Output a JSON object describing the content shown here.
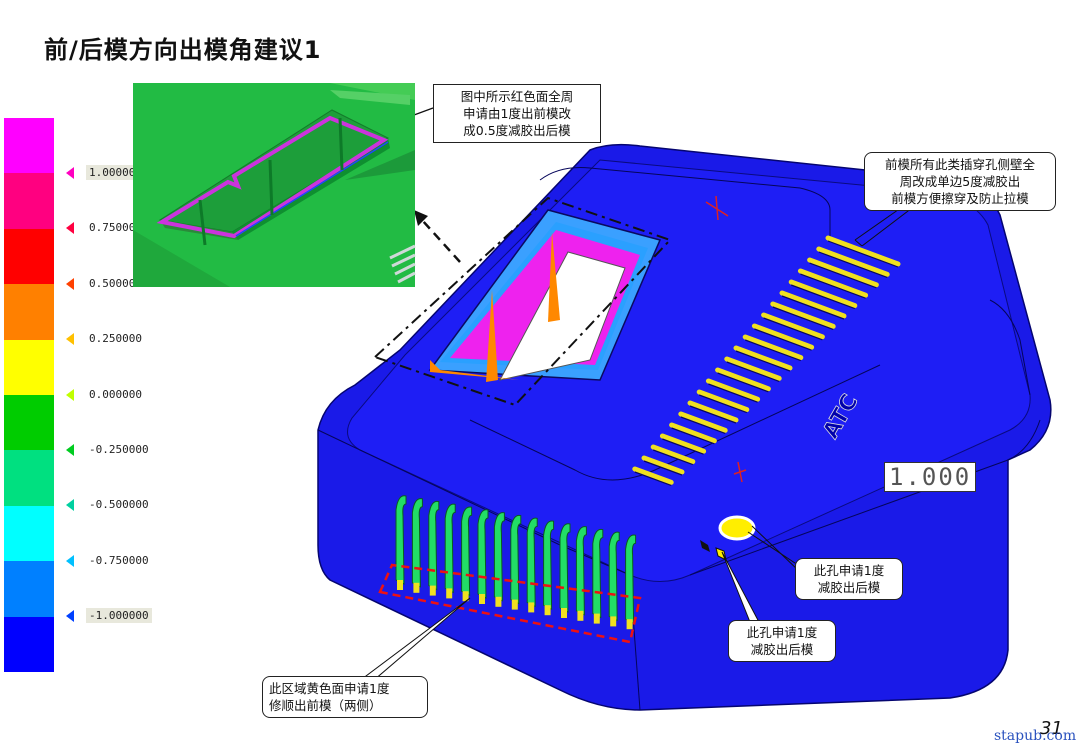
{
  "title": "前/后模方向出模角建议1",
  "scale": {
    "colors": [
      "#ff00ff",
      "#ff0080",
      "#ff0000",
      "#ff8000",
      "#ffff00",
      "#00cc00",
      "#00e080",
      "#00ffff",
      "#0080ff",
      "#0000ff"
    ],
    "tick_colors": [
      "#ff00c0",
      "#ff0040",
      "#ff4000",
      "#ffc000",
      "#c0ff00",
      "#00cc20",
      "#00d0a0",
      "#00c0ff",
      "#0040ff",
      "#0000c0"
    ],
    "labels": [
      "1.00000",
      "0.750000",
      "0.500000",
      "0.250000",
      "0.000000",
      "-0.250000",
      "-0.500000",
      "-0.750000",
      "-1.000000"
    ]
  },
  "callouts": {
    "top": [
      "图中所示红色面全周",
      "申请由1度出前模改",
      "成0.5度减胶出后模"
    ],
    "right": [
      "前模所有此类插穿孔侧壁全",
      "周改成单边5度减胶出",
      "前模方便擦穿及防止拉模"
    ],
    "hole1": [
      "此孔申请1度",
      "减胶出后模"
    ],
    "hole2": [
      "此孔申请1度",
      "减胶出后模"
    ],
    "bottom": [
      "此区域黄色面申请1度",
      "修顺出前模（两侧）"
    ]
  },
  "readout": "1.000",
  "page_number": "31",
  "watermark": "stapub.com",
  "colors": {
    "part_blue": "#1414e6",
    "inset_green": "#22bb44",
    "pink": "#ee22ee",
    "yellow": "#f0e020",
    "red_dash": "#ee1111"
  }
}
